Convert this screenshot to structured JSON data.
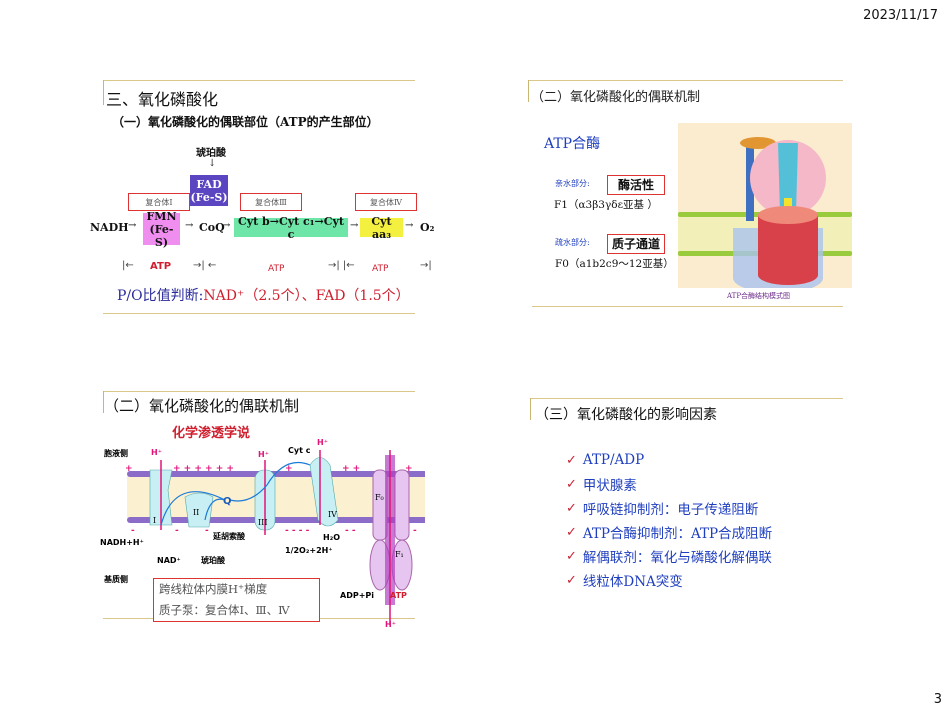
{
  "header": {
    "date": "2023/11/17"
  },
  "footer": {
    "page": "3"
  },
  "slide1": {
    "title": "三、氧化磷酸化",
    "subtitle": "（一）氧化磷酸化的偶联部位（ATP的产生部位）",
    "diagram": {
      "succinate": "琥珀酸",
      "fad": "FAD",
      "fad_fes": "(Fe-S)",
      "complex1": "复合体Ⅰ",
      "complex3": "复合体Ⅲ",
      "complex4": "复合体Ⅳ",
      "nadh": "NADH",
      "fmn": "FMN",
      "fmn_fes": "(Fe-S)",
      "coq": "CoQ",
      "cyt_chain": "Cyt b→Cyt c₁→Cyt c",
      "cyt_aa3": "Cyt aa₃",
      "o2": "O₂",
      "atp1": "ATP",
      "atp2": "ATP",
      "atp3": "ATP"
    },
    "po_prefix": "P/O比值判断:",
    "po_rest": "NAD⁺（2.5个）、FAD（1.5个）"
  },
  "slide2": {
    "title": "（二）氧化磷酸化的偶联机制",
    "heading": "ATP合酶",
    "hydrophilic_label": "亲水部分:",
    "hydrophilic_box": "酶活性",
    "f1": "F1（α3β3γδε亚基 ）",
    "hydrophobic_label": "疏水部分:",
    "hydrophobic_box": "质子通道",
    "f0": "F0（a1b2c9～12亚基）",
    "image_caption": "ATP合酶结构模式图"
  },
  "slide3": {
    "title": "（二）氧化磷酸化的偶联机制",
    "theory": "化学渗透学说",
    "diagram": {
      "cytosol": "胞液侧",
      "matrix": "基质侧",
      "h": "H⁺",
      "cytc": "Cyt c",
      "q": "Q",
      "c1": "I",
      "c2": "II",
      "c3": "III",
      "c4": "IV",
      "f0": "F₀",
      "f1": "F₁",
      "nadh": "NADH+H⁺",
      "nad": "NAD⁺",
      "fumarate": "延胡索酸",
      "succinate": "琥珀酸",
      "o2": "1/2O₂+2H⁺",
      "h2o": "H₂O",
      "adp": "ADP+Pi",
      "atp": "ATP"
    },
    "note1": "跨线粒体内膜H⁺梯度",
    "note2": "质子泵：复合体Ⅰ、Ⅲ、Ⅳ"
  },
  "slide4": {
    "title": "（三）氧化磷酸化的影响因素",
    "items": [
      "ATP/ADP",
      "甲状腺素",
      "呼吸链抑制剂：电子传递阻断",
      "ATP合酶抑制剂：ATP合成阻断",
      "解偶联剂：氧化与磷酸化解偶联",
      "线粒体DNA突变"
    ]
  },
  "colors": {
    "accent_blue": "#1f3fbf",
    "red": "#d01f2f",
    "fad": "#5b45c0",
    "fmn": "#f08ef0",
    "cyt": "#6ee6a8",
    "aa3": "#f4f040"
  }
}
